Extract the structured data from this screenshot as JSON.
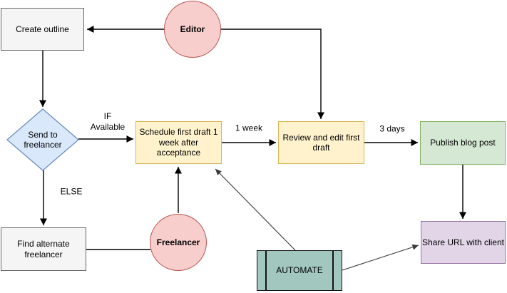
{
  "canvas": {
    "background": "#ffffff"
  },
  "nodes": {
    "create_outline": {
      "label": "Create outline",
      "fill": "#f5f5f5",
      "stroke": "#666666",
      "shape": "rect"
    },
    "editor": {
      "label": "Editor",
      "fill": "#f8cecc",
      "stroke": "#b85450",
      "shape": "circle"
    },
    "send_to_freelancer": {
      "label": "Send to freelancer",
      "fill": "#dae8fc",
      "stroke": "#6c8ebf",
      "shape": "diamond"
    },
    "schedule_first_draft": {
      "label": "Schedule first draft 1 week after acceptance",
      "fill": "#fff2cc",
      "stroke": "#d6b656",
      "shape": "rect"
    },
    "review_edit_first_draft": {
      "label": "Review and edit first draft",
      "fill": "#fff2cc",
      "stroke": "#d6b656",
      "shape": "rect"
    },
    "publish_blog_post": {
      "label": "Publish blog post",
      "fill": "#d5e8d4",
      "stroke": "#82b366",
      "shape": "rect"
    },
    "find_alternate_freelancer": {
      "label": "Find alternate freelancer",
      "fill": "#f5f5f5",
      "stroke": "#666666",
      "shape": "rect"
    },
    "freelancer": {
      "label": "Freelancer",
      "fill": "#f8cecc",
      "stroke": "#b85450",
      "shape": "circle"
    },
    "automate": {
      "label": "AUTOMATE",
      "fill": "#a1c7bf",
      "stroke": "#141414",
      "shape": "process"
    },
    "share_url_with_client": {
      "label": "Share URL with client",
      "fill": "#e1d5e7",
      "stroke": "#9673a6",
      "shape": "rect"
    }
  },
  "edge_labels": {
    "if_available": "IF Available",
    "else": "ELSE",
    "one_week": "1 week",
    "three_days": "3 days"
  },
  "edges": [
    {
      "from": "editor",
      "to": "create_outline",
      "arrow": true,
      "label": ""
    },
    {
      "from": "editor",
      "to": "review_edit_first_draft",
      "arrow": true,
      "label": ""
    },
    {
      "from": "create_outline",
      "to": "send_to_freelancer",
      "arrow": true,
      "label": ""
    },
    {
      "from": "send_to_freelancer",
      "to": "schedule_first_draft",
      "arrow": true,
      "label": "IF Available"
    },
    {
      "from": "send_to_freelancer",
      "to": "find_alternate_freelancer",
      "arrow": true,
      "label": "ELSE"
    },
    {
      "from": "find_alternate_freelancer",
      "to": "freelancer",
      "arrow": false,
      "label": ""
    },
    {
      "from": "freelancer",
      "to": "schedule_first_draft",
      "arrow": true,
      "label": ""
    },
    {
      "from": "schedule_first_draft",
      "to": "review_edit_first_draft",
      "arrow": true,
      "label": "1 week"
    },
    {
      "from": "review_edit_first_draft",
      "to": "publish_blog_post",
      "arrow": true,
      "label": "3 days"
    },
    {
      "from": "publish_blog_post",
      "to": "share_url_with_client",
      "arrow": true,
      "label": ""
    },
    {
      "from": "automate",
      "to": "schedule_first_draft",
      "arrow": true,
      "label": ""
    },
    {
      "from": "automate",
      "to": "share_url_with_client",
      "arrow": true,
      "label": ""
    }
  ]
}
